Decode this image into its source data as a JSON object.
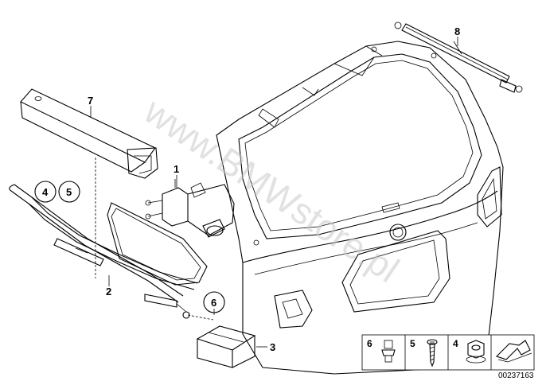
{
  "watermark": "www.BMWstore.pl",
  "diagram_number": "00237163",
  "callouts": {
    "p1": "1",
    "p2": "2",
    "p3": "3",
    "p4": "4",
    "p5": "5",
    "p6": "6",
    "p7": "7",
    "p8": "8"
  },
  "legend": {
    "n6": "6",
    "n5": "5",
    "n4": "4"
  }
}
